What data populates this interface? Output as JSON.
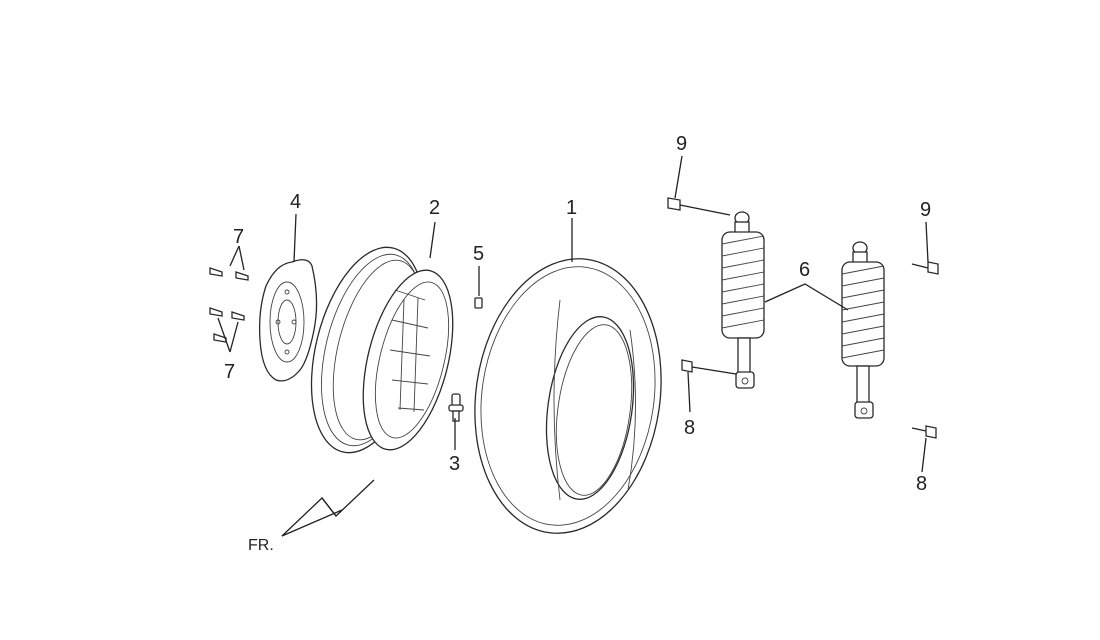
{
  "callouts": {
    "c1": "1",
    "c2": "2",
    "c3": "3",
    "c4": "4",
    "c5": "5",
    "c6": "6",
    "c7a": "7",
    "c7b": "7",
    "c8a": "8",
    "c8b": "8",
    "c9a": "9",
    "c9b": "9"
  },
  "direction_label": "FR."
}
